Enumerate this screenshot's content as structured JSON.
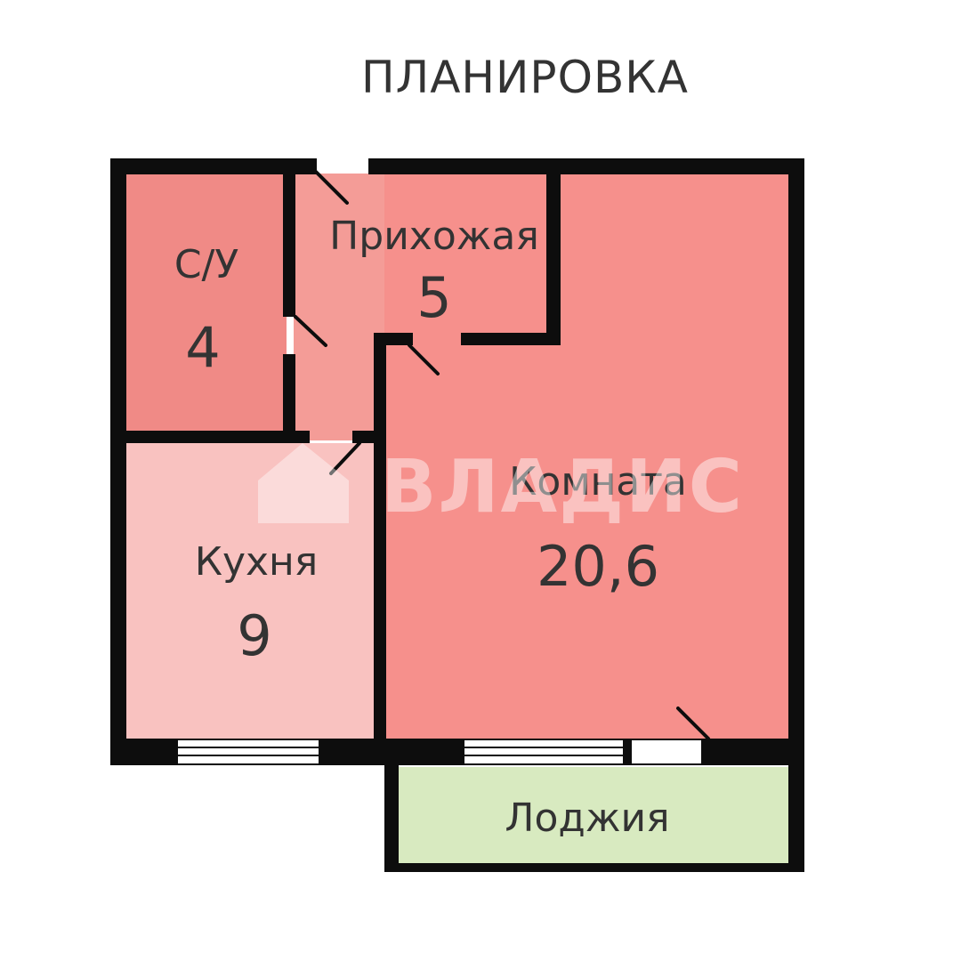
{
  "title": "ПЛАНИРОВКА",
  "rooms": {
    "bathroom": {
      "name": "С/У",
      "area": "4"
    },
    "hallway": {
      "name": "Прихожая",
      "area": "5"
    },
    "kitchen": {
      "name": "Кухня",
      "area": "9"
    },
    "room": {
      "name": "Комната",
      "area": "20,6"
    },
    "loggia": {
      "name": "Лоджия"
    }
  },
  "watermark": "ВЛАДИС",
  "colors": {
    "bathroom": "#f08a86",
    "hallway": "#f49c97",
    "kitchen": "#f9c2c0",
    "room": "#f6908c",
    "loggia": "#d8eac0",
    "wall": "#0d0d0d"
  }
}
